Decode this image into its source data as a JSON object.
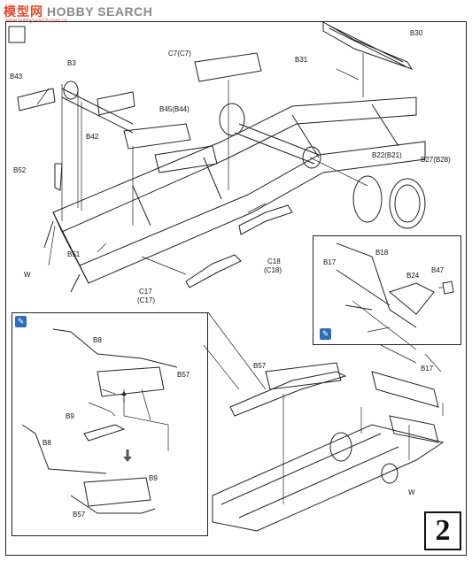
{
  "watermark": {
    "chinese": "模型网",
    "latin": "HOBBY SEARCH",
    "url": "www.hobbysearch.com.cn"
  },
  "step_number": "2",
  "labels": {
    "b30": "B30",
    "b31": "B31",
    "c7": "C7(C7)",
    "b3": "B3",
    "b43": "B43",
    "b45": "B45(B44)",
    "b42": "B42",
    "b52": "B52",
    "b22": "B22(B21)",
    "b27": "B27(B28)",
    "w_left": "W",
    "b51": "B51",
    "c18a": "C18",
    "c18b": "(C18)",
    "c17a": "C17",
    "c17b": "(C17)",
    "b18": "B18",
    "b17_inset": "B17",
    "b24": "B24",
    "b47": "B47",
    "b8_top": "B8",
    "b57_inset": "B57",
    "b9_mid": "B9",
    "b8_bottom": "B8",
    "b9_bottom": "B9",
    "b57_bottom": "B57",
    "b57_main": "B57",
    "b17_main": "B17",
    "w_right": "W"
  },
  "icons": {
    "pen": "pen-icon",
    "arrow": "arrow-down-icon"
  }
}
